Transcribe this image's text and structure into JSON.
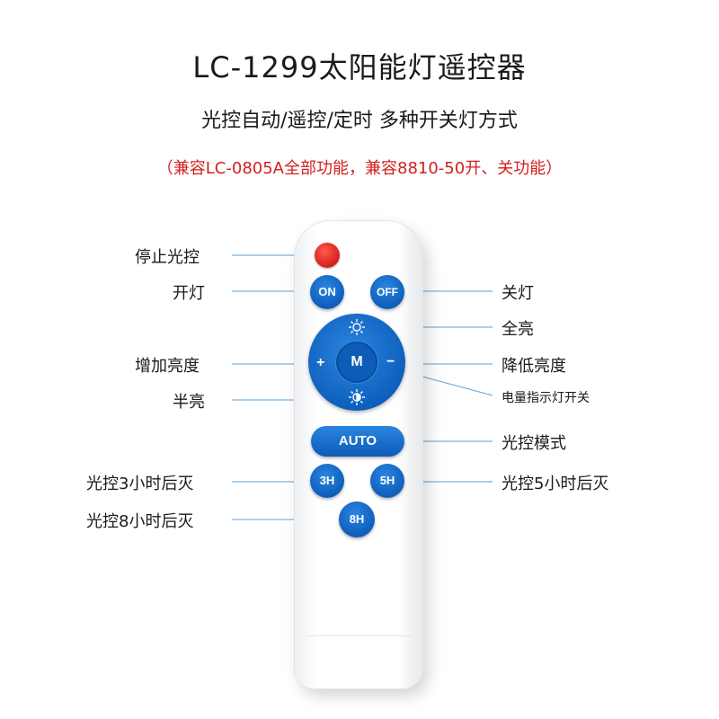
{
  "title": "LC-1299太阳能灯遥控器",
  "subtitle": "光控自动/遥控/定时 多种开关灯方式",
  "compat_note": "（兼容LC-0805A全部功能，兼容8810-50开、关功能）",
  "buttons": {
    "on": "ON",
    "off": "OFF",
    "mode": "M",
    "plus": "+",
    "minus": "−",
    "auto": "AUTO",
    "h3": "3H",
    "h5": "5H",
    "h8": "8H"
  },
  "labels": {
    "stop_light_control": "停止光控",
    "turn_on": "开灯",
    "turn_off": "关灯",
    "full_bright": "全亮",
    "increase_brightness": "增加亮度",
    "decrease_brightness": "降低亮度",
    "half_bright": "半亮",
    "battery_indicator_switch": "电量指示灯开关",
    "light_control_mode": "光控模式",
    "off_after_3h": "光控3小时后灭",
    "off_after_5h": "光控5小时后灭",
    "off_after_8h": "光控8小时后灭"
  },
  "colors": {
    "accent_blue": "#0c5bb9",
    "red_button": "#d4201a",
    "red_text": "#d11f1f",
    "callout_line": "#5aa0d8"
  },
  "icons": {
    "full_bright": "sun-icon",
    "half_bright": "half-sun-icon"
  }
}
